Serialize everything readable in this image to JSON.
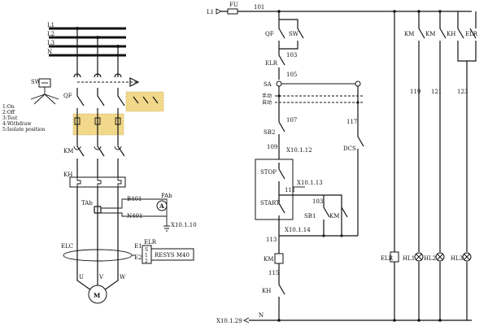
{
  "power": {
    "phases": [
      "L1",
      "L2",
      "L3",
      "N"
    ],
    "sw_label": "SW",
    "sw_positions": [
      "1:On",
      "2:Off",
      "3:Test",
      "4:Withdraw",
      "5:Isolate position"
    ],
    "qf_label": "QF",
    "km_label": "KM",
    "kh_label": "KH",
    "tab_label": "TAb",
    "pab_label": "PAb",
    "ammeter_symbol": "A",
    "b401": "B401",
    "n401": "N401",
    "x_terminal": "X10.1.10",
    "elc_label": "ELC",
    "elr_label": "ELR",
    "e1": "E1",
    "e2": "E2",
    "elr_terminals": [
      "S",
      "1",
      "2"
    ],
    "resys": "RESYS M40",
    "motor": "M",
    "outputs": [
      "U",
      "V",
      "W"
    ]
  },
  "control": {
    "l1": "L1",
    "fu": "FU",
    "wire_101": "101",
    "qf": "QF",
    "sw": "SW",
    "elr_contact": "ELR",
    "wire_103": "103",
    "wire_105": "105",
    "sa": "SA",
    "sa_pos_1": "手动",
    "sa_pos_2": "自动",
    "sb2": "SB2",
    "wire_107": "107",
    "wire_117": "117",
    "dcs": "DCS",
    "x_12": "X10.1.12",
    "wire_109": "109",
    "stop": "STOP",
    "x_13": "X10.1.13",
    "wire_111": "111",
    "start": "START",
    "sb1": "SB1",
    "wire_103b": "103",
    "km_hold": "KM",
    "x_14": "X10.1.14",
    "wire_113": "113",
    "km_coil": "KM",
    "wire_115": "115",
    "kh_contact": "KH",
    "x_29": "X10.1.29",
    "n": "N",
    "right_contacts": [
      "KM",
      "KM",
      "KH",
      "ELR"
    ],
    "wires_right": [
      "119",
      "121",
      "123"
    ],
    "lamps": [
      "ELR",
      "HL1",
      "HL2",
      "HL3"
    ]
  }
}
